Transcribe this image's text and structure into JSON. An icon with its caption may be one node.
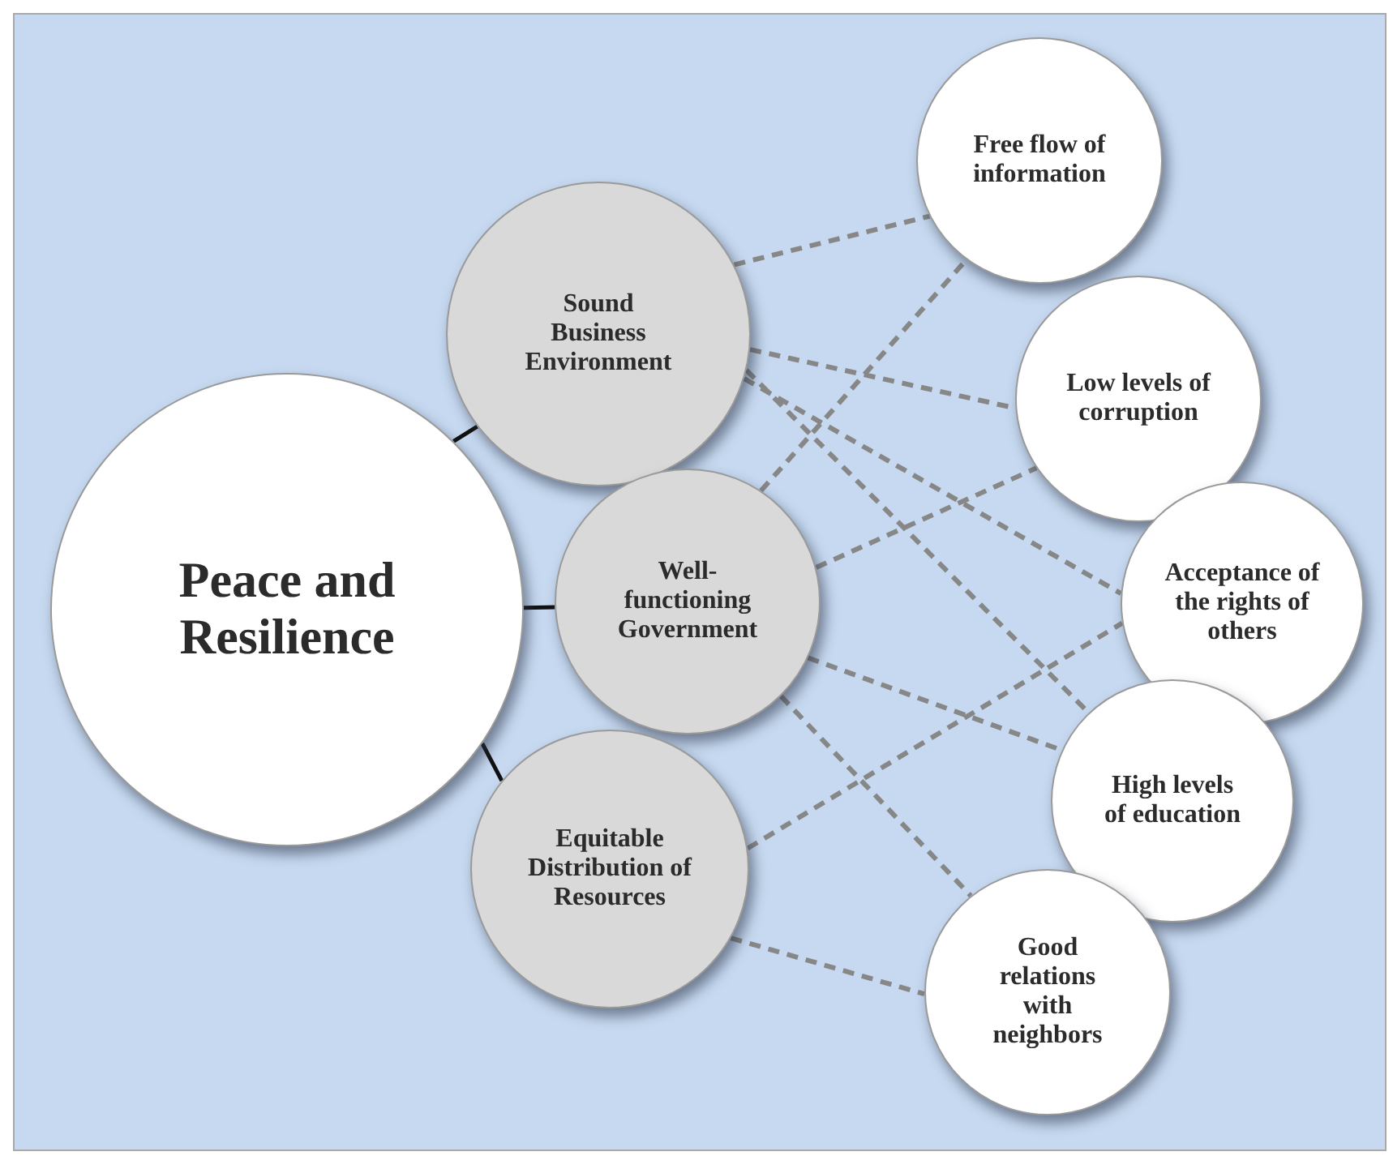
{
  "diagram": {
    "nodes": [
      {
        "text": [
          "Peace and Resilience"
        ]
      },
      {
        "text": [
          "Sound Business Environment"
        ]
      },
      {
        "text": [
          "Well-functioning Government"
        ]
      },
      {
        "text": [
          "Equitable Distribution of Resources"
        ]
      },
      {
        "text": [
          "Free flow of information"
        ]
      },
      {
        "text": [
          "Low levels of corruption"
        ]
      },
      {
        "text": [
          "Acceptance of the rights of others"
        ]
      },
      {
        "text": [
          "High levels of education"
        ]
      },
      {
        "text": [
          "Good relations with neighbors"
        ]
      }
    ],
    "edges": [
      {
        "from": 0,
        "to": 1,
        "arrow": "none",
        "color": "#111111"
      },
      {
        "from": 0,
        "to": 2,
        "arrow": "none",
        "color": "#111111"
      },
      {
        "from": 0,
        "to": 3,
        "arrow": "none",
        "color": "#111111"
      },
      {
        "from": 1,
        "to": 4,
        "arrow": "none",
        "style": "dashed",
        "color": "#878787"
      },
      {
        "from": 1,
        "to": 5,
        "arrow": "none",
        "style": "dashed",
        "color": "#878787"
      },
      {
        "from": 1,
        "to": 6,
        "arrow": "none",
        "style": "dashed",
        "color": "#878787"
      },
      {
        "from": 1,
        "to": 7,
        "arrow": "none",
        "style": "dashed",
        "color": "#878787"
      },
      {
        "from": 2,
        "to": 4,
        "arrow": "none",
        "style": "dashed",
        "color": "#878787"
      },
      {
        "from": 2,
        "to": 5,
        "arrow": "none",
        "style": "dashed",
        "color": "#878787"
      },
      {
        "from": 2,
        "to": 7,
        "arrow": "none",
        "style": "dashed",
        "color": "#878787"
      },
      {
        "from": 2,
        "to": 8,
        "arrow": "none",
        "style": "dashed",
        "color": "#878787"
      },
      {
        "from": 3,
        "to": 6,
        "arrow": "none",
        "style": "dashed",
        "color": "#878787"
      },
      {
        "from": 3,
        "to": 8,
        "arrow": "none",
        "style": "dashed",
        "color": "#878787"
      }
    ]
  }
}
